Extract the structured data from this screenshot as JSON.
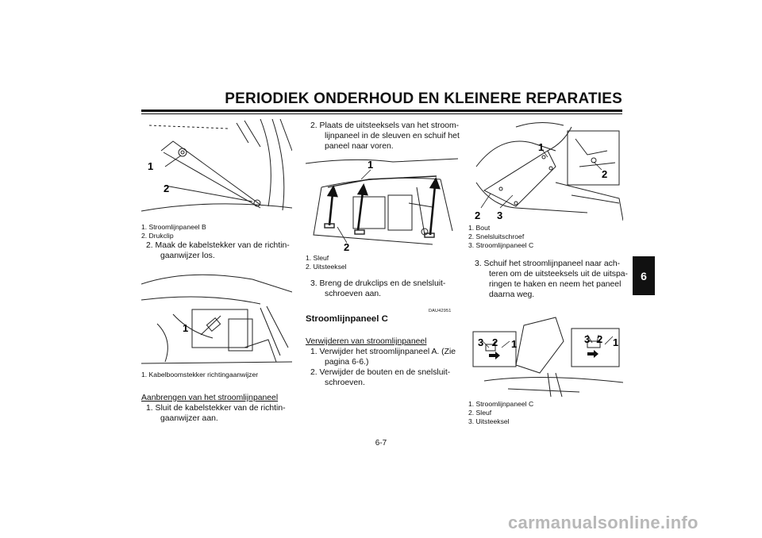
{
  "header": {
    "title": "PERIODIEK ONDERHOUD EN KLEINERE REPARATIES"
  },
  "chapter_tab": "6",
  "footer": {
    "page_number": "6-7"
  },
  "watermark": "carmanualsonline.info",
  "column1": {
    "figure1": {
      "callouts": [
        "1",
        "2"
      ],
      "captions": [
        "1. Stroomlijnpaneel B",
        "2. Drukclip"
      ]
    },
    "step2": {
      "line1": "2. Maak de kabelstekker van de richtin-",
      "line2": "gaanwijzer los."
    },
    "figure2": {
      "callouts": [
        "1"
      ],
      "captions": [
        "1. Kabelboomstekker richtingaanwijzer"
      ]
    },
    "installing_heading": "Aanbrengen van het stroomlijnpaneel",
    "install_step1": {
      "line1": "1. Sluit de kabelstekker van de richtin-",
      "line2": "gaanwijzer aan."
    }
  },
  "column2": {
    "step2": {
      "line1": "2. Plaats de uitsteeksels van het stroom-",
      "line2": "lijnpaneel in de sleuven en schuif het",
      "line3": "paneel naar voren."
    },
    "figure": {
      "callouts": [
        "1",
        "2"
      ],
      "captions": [
        "1. Sleuf",
        "2. Uitsteeksel"
      ]
    },
    "step3": {
      "line1": "3. Breng de drukclips en de snelsluit-",
      "line2": "schroeven aan."
    },
    "section_code": "DAU42951",
    "section_heading": "Stroomlijnpaneel C",
    "removing_heading": "Verwijderen van stroomlijnpaneel",
    "remove_step1": {
      "line1": "1. Verwijder het stroomlijnpaneel A. (Zie",
      "line2": "pagina 6-6.)"
    },
    "remove_step2": {
      "line1": "2. Verwijder de bouten en de snelsluit-",
      "line2": "schroeven."
    }
  },
  "column3": {
    "figure1": {
      "callouts": [
        "1",
        "2",
        "2",
        "3"
      ],
      "captions": [
        "1. Bout",
        "2. Snelsluitschroef",
        "3. Stroomlijnpaneel C"
      ]
    },
    "step3": {
      "line1": "3. Schuif het stroomlijnpaneel naar ach-",
      "line2": "teren om de uitsteeksels uit de uitspa-",
      "line3": "ringen te haken en neem het paneel",
      "line4": "daarna weg."
    },
    "figure2": {
      "callouts": [
        "3",
        "2",
        "1",
        "3",
        "2",
        "1"
      ],
      "captions": [
        "1. Stroomlijnpaneel C",
        "2. Sleuf",
        "3. Uitsteeksel"
      ]
    }
  }
}
